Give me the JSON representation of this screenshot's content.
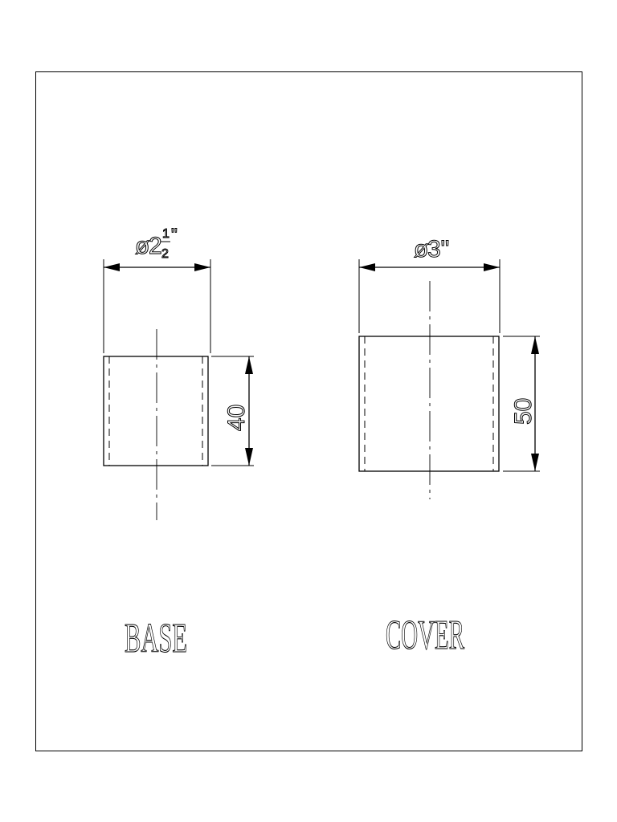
{
  "parts": [
    {
      "name": "BASE",
      "diameter_symbol": "ø",
      "diameter_whole": "2",
      "diameter_frac_num": "1",
      "diameter_frac_den": "2",
      "diameter_unit": "\"",
      "height": "40"
    },
    {
      "name": "COVER",
      "diameter_symbol": "ø",
      "diameter_text": "3\"",
      "height": "50"
    }
  ]
}
